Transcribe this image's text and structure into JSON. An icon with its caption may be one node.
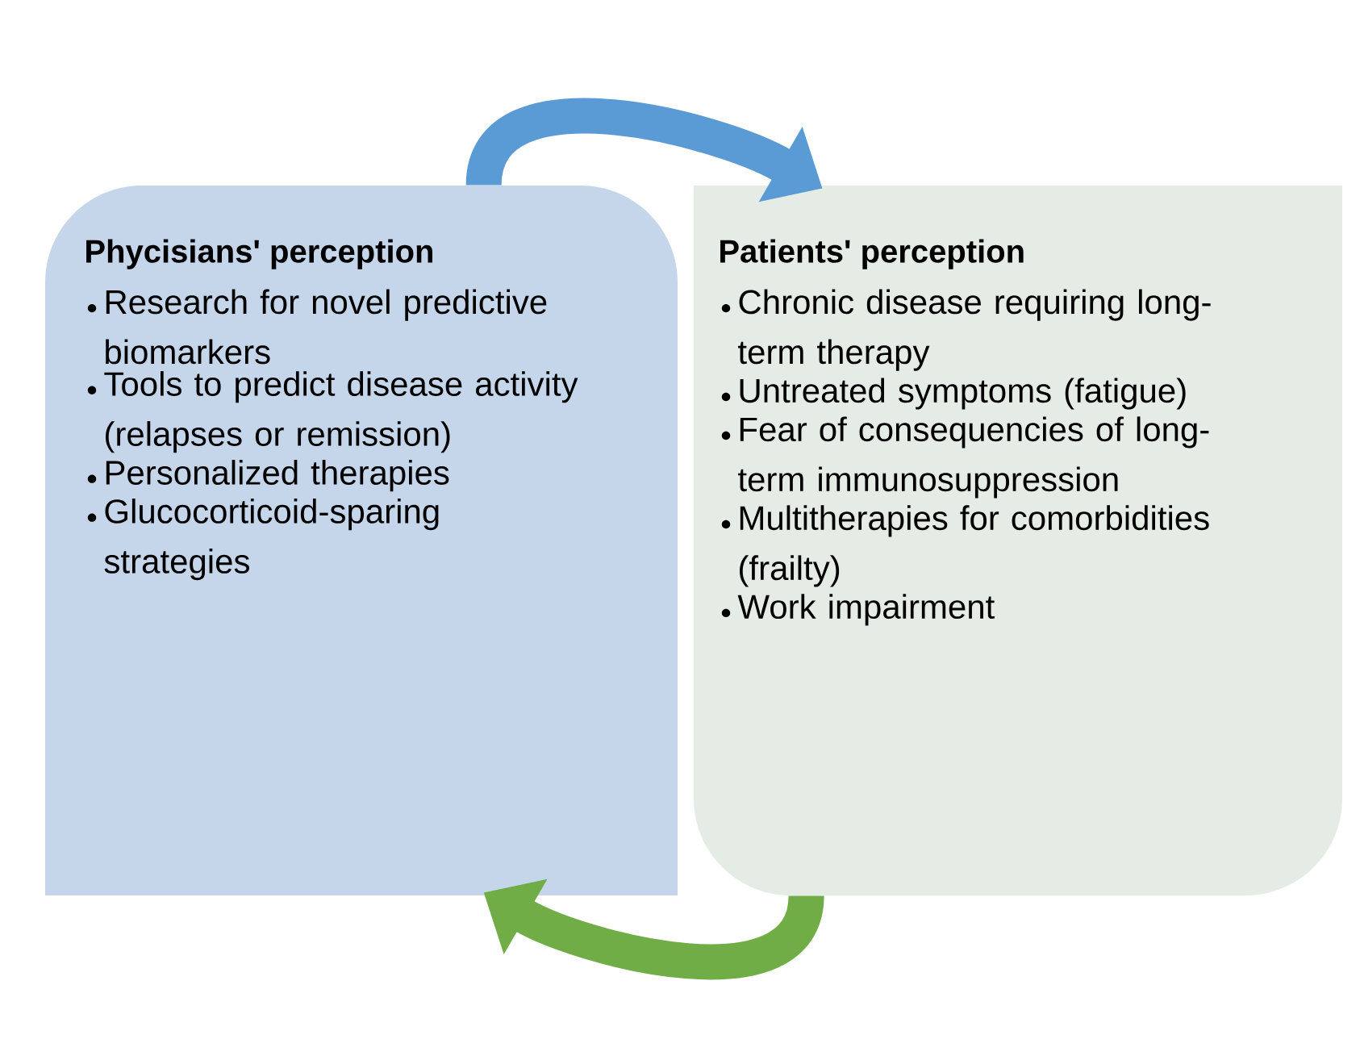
{
  "diagram": {
    "nodes": [
      {
        "text": [
          "Phycisians' perception",
          "Research for novel predictive biomarkers",
          "Tools to predict disease activity (relapses or remission)",
          "Personalized therapies",
          "Glucocorticoid-sparing strategies"
        ]
      },
      {
        "text": [
          "Patients' perception",
          "Chronic disease requiring long-term therapy",
          "Untreated symptoms (fatigue)",
          "Fear of consequencies of long-term immunosuppression",
          "Multitherapies for comorbidities (frailty)",
          "Work impairment"
        ]
      }
    ],
    "edges": [
      {
        "from": 0,
        "to": 1,
        "arrow": "to",
        "color": "#5b9bd5"
      },
      {
        "from": 1,
        "to": 0,
        "arrow": "to",
        "color": "#70ad47"
      }
    ]
  }
}
